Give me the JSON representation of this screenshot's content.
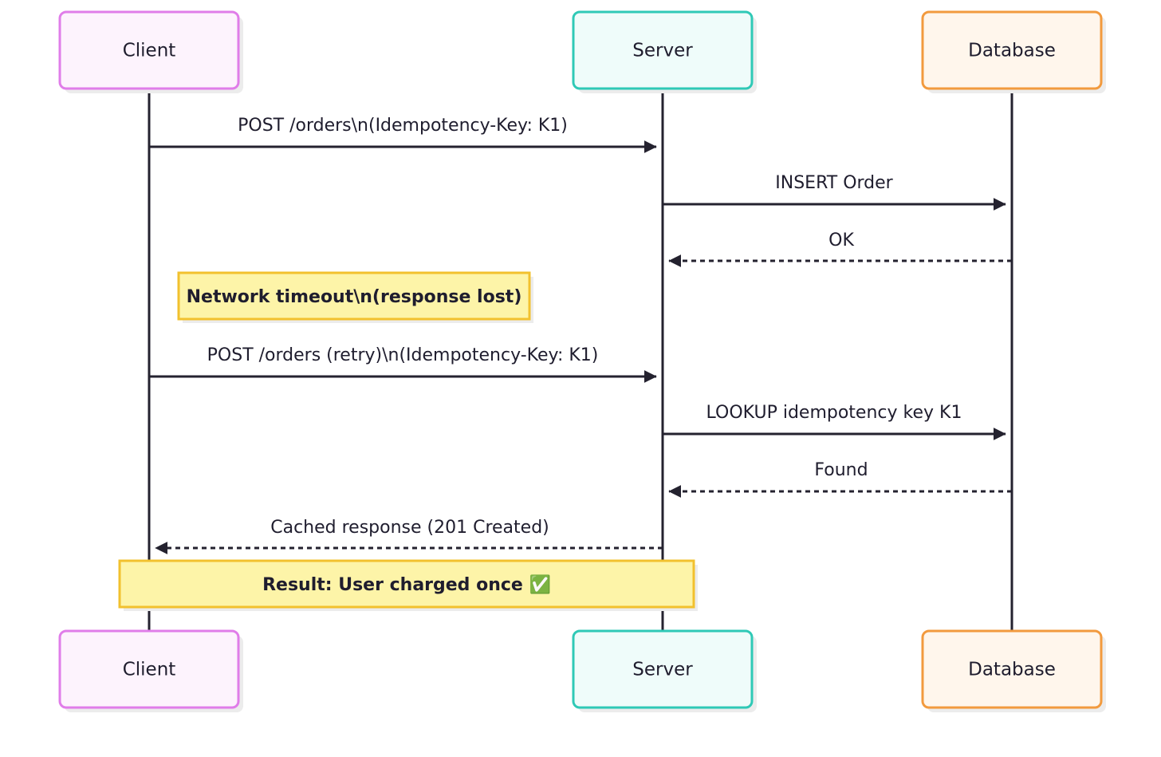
{
  "participants": [
    {
      "id": "client",
      "label": "Client",
      "border": "#e07de9",
      "fill": "#fdf3fd"
    },
    {
      "id": "server",
      "label": "Server",
      "border": "#2fc9b6",
      "fill": "#effcfa"
    },
    {
      "id": "database",
      "label": "Database",
      "border": "#f29a3e",
      "fill": "#fff6ec"
    }
  ],
  "messages": [
    {
      "from": "client",
      "to": "server",
      "label": "POST /orders\\n(Idempotency-Key: K1)",
      "style": "solid"
    },
    {
      "from": "server",
      "to": "database",
      "label": "INSERT Order",
      "style": "solid"
    },
    {
      "from": "database",
      "to": "server",
      "label": "OK",
      "style": "dashed"
    },
    {
      "from": "client",
      "to": "server",
      "label": "POST /orders (retry)\\n(Idempotency-Key: K1)",
      "style": "solid"
    },
    {
      "from": "server",
      "to": "database",
      "label": "LOOKUP idempotency key K1",
      "style": "solid"
    },
    {
      "from": "database",
      "to": "server",
      "label": "Found",
      "style": "dashed"
    },
    {
      "from": "server",
      "to": "client",
      "label": "Cached response (201 Created)",
      "style": "dashed"
    }
  ],
  "notes": [
    {
      "label": "Network timeout\\n(response lost)",
      "placement": "over client"
    },
    {
      "label": "Result: User charged once ✅",
      "placement": "over client, server"
    }
  ],
  "colors": {
    "line": "#24222f",
    "note_fill": "#fdf4a8",
    "note_border": "#f2c12e",
    "shadow": "#ececec"
  }
}
